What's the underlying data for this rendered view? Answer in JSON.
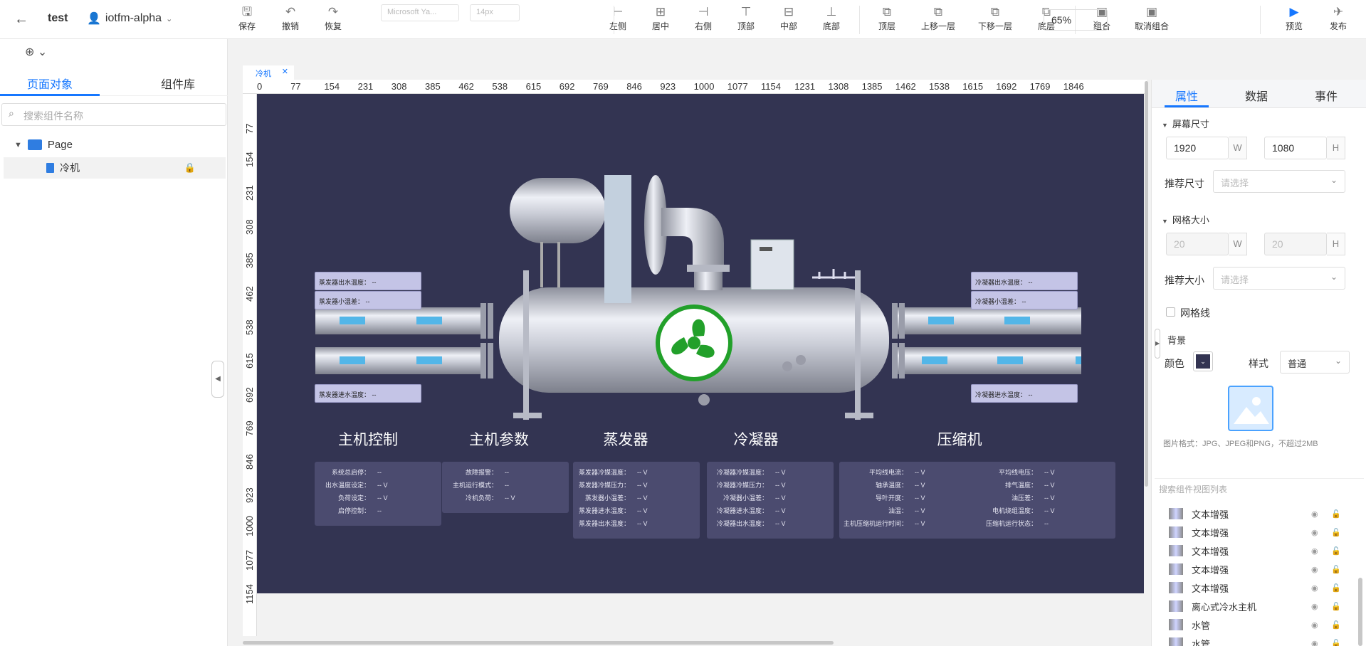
{
  "header": {
    "back_icon": "arrow-left-icon",
    "project": "test",
    "user": "iotfm-alpha"
  },
  "toolbar": {
    "tools": [
      {
        "id": "save",
        "label": "保存",
        "icon": "save-icon",
        "glyph": "🖫"
      },
      {
        "id": "undo",
        "label": "撤销",
        "icon": "undo-icon",
        "glyph": "↶"
      },
      {
        "id": "redo",
        "label": "恢复",
        "icon": "redo-icon",
        "glyph": "↷"
      },
      {
        "id": "align-left",
        "label": "左侧",
        "icon": "align-left-icon",
        "glyph": "⊢"
      },
      {
        "id": "align-center",
        "label": "居中",
        "icon": "align-center-icon",
        "glyph": "⊞"
      },
      {
        "id": "align-right",
        "label": "右侧",
        "icon": "align-right-icon",
        "glyph": "⊣"
      },
      {
        "id": "align-top",
        "label": "顶部",
        "icon": "align-top-icon",
        "glyph": "⊤"
      },
      {
        "id": "align-middle",
        "label": "中部",
        "icon": "align-middle-icon",
        "glyph": "⊟"
      },
      {
        "id": "align-bottom",
        "label": "底部",
        "icon": "align-bottom-icon",
        "glyph": "⊥"
      },
      {
        "id": "top-layer",
        "label": "顶层",
        "icon": "bring-front-icon",
        "glyph": "⧉"
      },
      {
        "id": "up-layer",
        "label": "上移一层",
        "icon": "bring-forward-icon",
        "glyph": "⧉"
      },
      {
        "id": "down-layer",
        "label": "下移一层",
        "icon": "send-backward-icon",
        "glyph": "⧉"
      },
      {
        "id": "bottom-layer",
        "label": "底层",
        "icon": "send-back-icon",
        "glyph": "⧉"
      },
      {
        "id": "group",
        "label": "组合",
        "icon": "group-icon",
        "glyph": "▣"
      },
      {
        "id": "ungroup",
        "label": "取消组合",
        "icon": "ungroup-icon",
        "glyph": "▣"
      },
      {
        "id": "preview",
        "label": "预览",
        "icon": "play-icon",
        "glyph": "▶"
      },
      {
        "id": "publish",
        "label": "发布",
        "icon": "send-icon",
        "glyph": "✈"
      }
    ],
    "font_family": "Microsoft Ya...",
    "font_size": "14px",
    "zoom": "65%"
  },
  "left": {
    "tabs": [
      "页面对象",
      "组件库"
    ],
    "search_placeholder": "搜索组件名称",
    "tree": {
      "page": "Page",
      "child": "冷机"
    }
  },
  "canvas": {
    "doc_tab": "冷机",
    "ruler_x": [
      "0",
      "77",
      "154",
      "231",
      "308",
      "385",
      "462",
      "538",
      "615",
      "692",
      "769",
      "846",
      "923",
      "1000",
      "1077",
      "1154",
      "1231",
      "1308",
      "1385",
      "1462",
      "1538",
      "1615",
      "1692",
      "1769",
      "1846"
    ],
    "ruler_y": [
      "77",
      "154",
      "231",
      "308",
      "385",
      "462",
      "538",
      "615",
      "692",
      "769",
      "846",
      "923",
      "1000",
      "1077",
      "1154"
    ],
    "colors": {
      "stage_bg": "#333452",
      "fan": "#22a02a",
      "label_bg": "#c4c4e6",
      "panel_bg": "#4b4b6f",
      "pipe_mark": "#53b6e8"
    },
    "labels_left": [
      "蒸发器出水温度：  --",
      "蒸发器小温差：  --",
      "蒸发器进水温度：  --"
    ],
    "labels_right": [
      "冷凝器出水温度：  --",
      "冷凝器小温差：  --",
      "冷凝器进水温度：  --"
    ],
    "sections": [
      "主机控制",
      "主机参数",
      "蒸发器",
      "冷凝器",
      "压缩机"
    ],
    "panels": {
      "main_control": [
        [
          "系统总启停：",
          "--"
        ],
        [
          "出水温度设定：",
          "-- V"
        ],
        [
          "负荷设定：",
          "-- V"
        ],
        [
          "启停控制：",
          "--"
        ]
      ],
      "main_params": [
        [
          "故障报警：",
          "--"
        ],
        [
          "主机运行模式：",
          "--"
        ],
        [
          "冷机负荷：",
          "-- V"
        ]
      ],
      "evaporator": [
        [
          "蒸发器冷媒温度：",
          "-- V"
        ],
        [
          "蒸发器冷媒压力：",
          "-- V"
        ],
        [
          "蒸发器小温差：",
          "-- V"
        ],
        [
          "蒸发器进水温度：",
          "-- V"
        ],
        [
          "蒸发器出水温度：",
          "-- V"
        ]
      ],
      "condenser": [
        [
          "冷凝器冷媒温度：",
          "-- V"
        ],
        [
          "冷凝器冷媒压力：",
          "-- V"
        ],
        [
          "冷凝器小温差：",
          "-- V"
        ],
        [
          "冷凝器进水温度：",
          "-- V"
        ],
        [
          "冷凝器出水温度：",
          "-- V"
        ]
      ],
      "compressor_a": [
        [
          "平均线电流：",
          "-- V"
        ],
        [
          "轴承温度：",
          "-- V"
        ],
        [
          "导叶开度：",
          "-- V"
        ],
        [
          "油温：",
          "-- V"
        ],
        [
          "主机压缩机运行时间：",
          "-- V"
        ]
      ],
      "compressor_b": [
        [
          "平均线电压：",
          "-- V"
        ],
        [
          "排气温度：",
          "-- V"
        ],
        [
          "油压差：",
          "-- V"
        ],
        [
          "电机绕组温度：",
          "-- V"
        ],
        [
          "压缩机运行状态：",
          "--"
        ]
      ]
    }
  },
  "right": {
    "tabs": [
      "属性",
      "数据",
      "事件"
    ],
    "screen_size": {
      "title": "屏幕尺寸",
      "w": "1920",
      "h": "1080",
      "w_unit": "W",
      "h_unit": "H",
      "preset_label": "推荐尺寸",
      "preset_placeholder": "请选择"
    },
    "grid": {
      "title": "网格大小",
      "w": "20",
      "h": "20",
      "w_unit": "W",
      "h_unit": "H",
      "preset_label": "推荐大小",
      "preset_placeholder": "请选择",
      "toggle_label": "网格线"
    },
    "background": {
      "title": "背景",
      "color_label": "颜色",
      "style_label": "样式",
      "style_value": "普通",
      "format_hint": "图片格式：JPG、JPEG和PNG，不超过2MB"
    },
    "layer_search_placeholder": "搜索组件视图列表",
    "layers": [
      "文本增强",
      "文本增强",
      "文本增强",
      "文本增强",
      "文本增强",
      "离心式冷水主机",
      "水管",
      "水管"
    ]
  }
}
